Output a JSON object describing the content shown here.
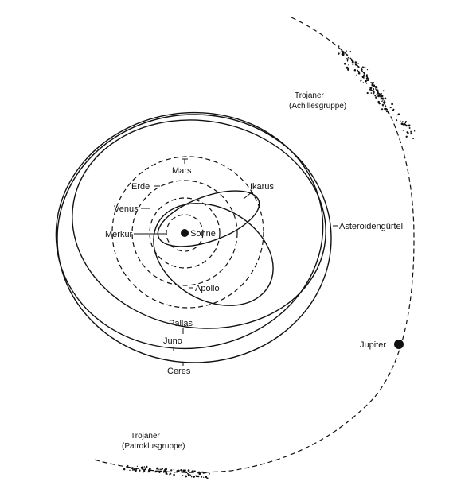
{
  "labels": {
    "trojaner_achilles_1": "Trojaner",
    "trojaner_achilles_2": "(Achillesgruppe)",
    "trojaner_patroklus_1": "Trojaner",
    "trojaner_patroklus_2": "(Patroklusgruppe)",
    "asteroidenguertel": "Asteroidengürtel",
    "jupiter": "Jupiter",
    "mars": "Mars",
    "erde": "Erde",
    "venus": "Venus",
    "merkur": "Merkur",
    "sonne": "Sonne",
    "ikarus": "Ikarus",
    "apollo": "Apollo",
    "pallas": "Pallas",
    "juno": "Juno",
    "ceres": "Ceres"
  },
  "colors": {
    "ink": "#111111",
    "background": "#ffffff"
  }
}
